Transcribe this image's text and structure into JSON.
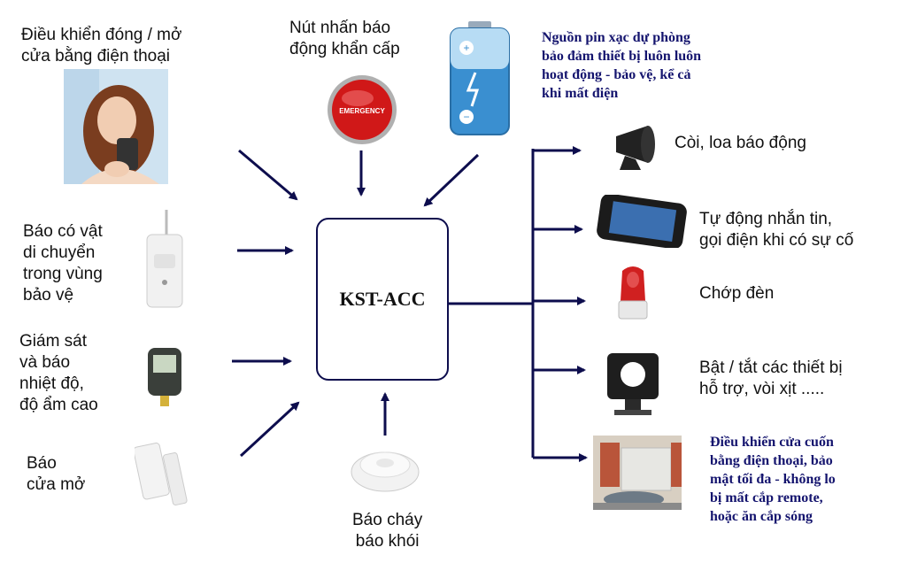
{
  "center": {
    "label": "KST-ACC"
  },
  "inputs": {
    "phone_control": [
      "Điều khiển đóng / mở",
      "cửa bằng điện thoại"
    ],
    "emergency_button": [
      "Nút nhấn báo",
      "động khẩn cấp"
    ],
    "emergency_badge": "EMERGENCY",
    "backup_battery": [
      "Nguồn pin xạc dự phòng",
      "bảo đảm thiết bị luôn luôn",
      "hoạt động - bảo vệ, kể cả",
      "khi mất điện"
    ],
    "motion_sensor": [
      "Báo có vật",
      "di chuyển",
      "trong vùng",
      "bảo vệ"
    ],
    "temp_humidity": [
      "Giám sát",
      "và báo",
      "nhiệt độ,",
      "độ ẩm cao"
    ],
    "door_open": [
      "Báo",
      "cửa mở"
    ],
    "fire_smoke": [
      "Báo cháy",
      "báo khói"
    ]
  },
  "outputs": {
    "siren": "Còi, loa báo động",
    "auto_sms": [
      "Tự động nhắn tin,",
      "gọi điện khi có sự cố"
    ],
    "flash_light": "Chớp đèn",
    "device_toggle": [
      "Bật / tắt các thiết bị",
      "hỗ trợ, vòi xịt ....."
    ],
    "roller_door": [
      "Điều khiển cửa cuốn",
      "bằng điện thoại, bảo",
      "mật tối đa - không lo",
      "bị mất cắp remote,",
      "hoặc ăn cắp sóng"
    ]
  },
  "colors": {
    "arrow": "#0d0d4d",
    "blue_text": "#14146e",
    "emergency_red": "#d01818",
    "battery_blue": "#3a8fd0"
  }
}
